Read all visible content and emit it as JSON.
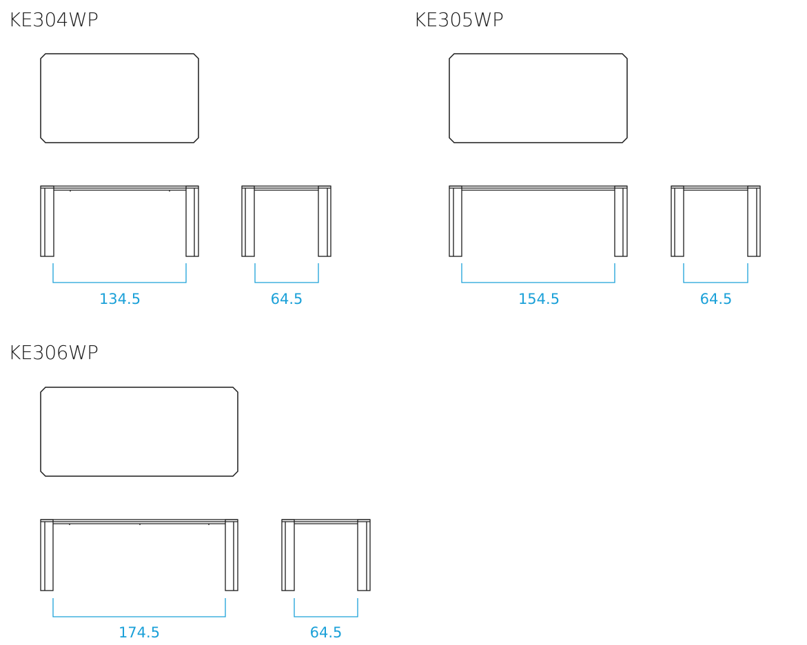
{
  "colors": {
    "line": "#1a1a1a",
    "dimension": "#1aa0d8"
  },
  "models": [
    {
      "code": "KE304WP",
      "length_dim": "134.5",
      "depth_dim": "64.5"
    },
    {
      "code": "KE305WP",
      "length_dim": "154.5",
      "depth_dim": "64.5"
    },
    {
      "code": "KE306WP",
      "length_dim": "174.5",
      "depth_dim": "64.5"
    }
  ]
}
